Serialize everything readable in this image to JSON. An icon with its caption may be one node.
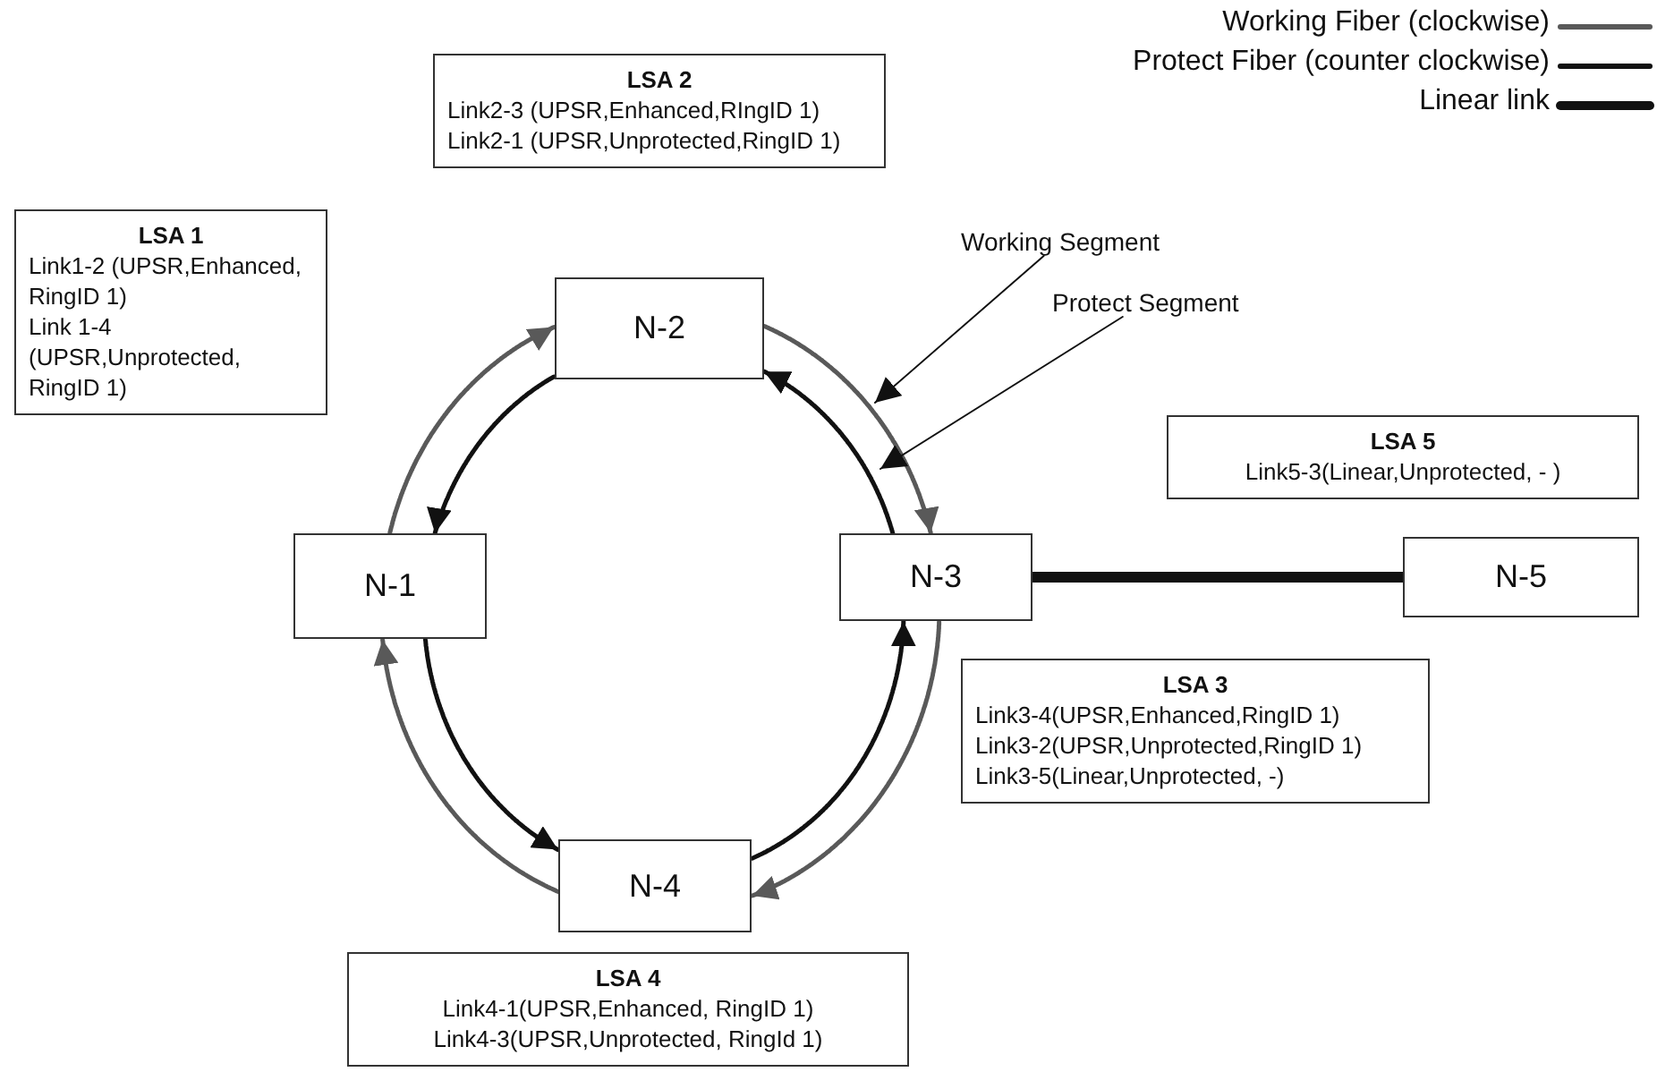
{
  "diagram": {
    "nodes": [
      {
        "text": [
          "LSA  2",
          "Link2-3 (UPSR,Enhanced,RIngID 1)",
          "Link2-1 (UPSR,Unprotected,RingID 1)"
        ]
      },
      {
        "text": [
          "LSA  1",
          "Link1-2 (UPSR,Enhanced, RingID 1)",
          "Link 1-4 (UPSR,Unprotected, RingID 1)"
        ]
      },
      {
        "text": [
          "Working Segment"
        ]
      },
      {
        "text": [
          "N-2"
        ]
      },
      {
        "text": [
          "Protect Segment"
        ]
      },
      {
        "text": [
          "LSA  5",
          "Link5-3(Linear,Unprotected, - )"
        ]
      },
      {
        "text": [
          "N-1"
        ]
      },
      {
        "text": [
          "N-3"
        ]
      },
      {
        "text": [
          "N-5"
        ]
      },
      {
        "text": [
          "LSA  3",
          "Link3-4(UPSR,Enhanced,RingID 1)",
          "Link3-2(UPSR,Unprotected,RingID 1)",
          "Link3-5(Linear,Unprotected, -)"
        ]
      },
      {
        "text": [
          "N-4"
        ]
      },
      {
        "text": [
          "LSA  4",
          "Link4-1(UPSR,Enhanced, RingID 1)",
          "Link4-3(UPSR,Unprotected, RingId 1)"
        ]
      }
    ],
    "edges": [
      {
        "from": 6,
        "to": 3,
        "arrow": "to",
        "color": "#595959"
      },
      {
        "from": 3,
        "to": 7,
        "arrow": "to",
        "color": "#595959"
      },
      {
        "from": 7,
        "to": 10,
        "arrow": "to",
        "color": "#595959"
      },
      {
        "from": 10,
        "to": 6,
        "arrow": "to",
        "color": "#595959"
      },
      {
        "from": 3,
        "to": 6,
        "arrow": "to"
      },
      {
        "from": 7,
        "to": 3,
        "arrow": "to"
      },
      {
        "from": 10,
        "to": 7,
        "arrow": "to"
      },
      {
        "from": 6,
        "to": 10,
        "arrow": "to"
      },
      {
        "from": 7,
        "to": 8,
        "arrow": "none",
        "style": "thick"
      },
      {
        "from": 2,
        "to": null,
        "arrow": "to"
      },
      {
        "from": 4,
        "to": null,
        "arrow": "to"
      }
    ],
    "legend": [
      {
        "text": "Working Fiber (clockwise)"
      },
      {
        "text": "Protect Fiber (counter clockwise)"
      },
      {
        "text": "Linear link"
      }
    ]
  }
}
